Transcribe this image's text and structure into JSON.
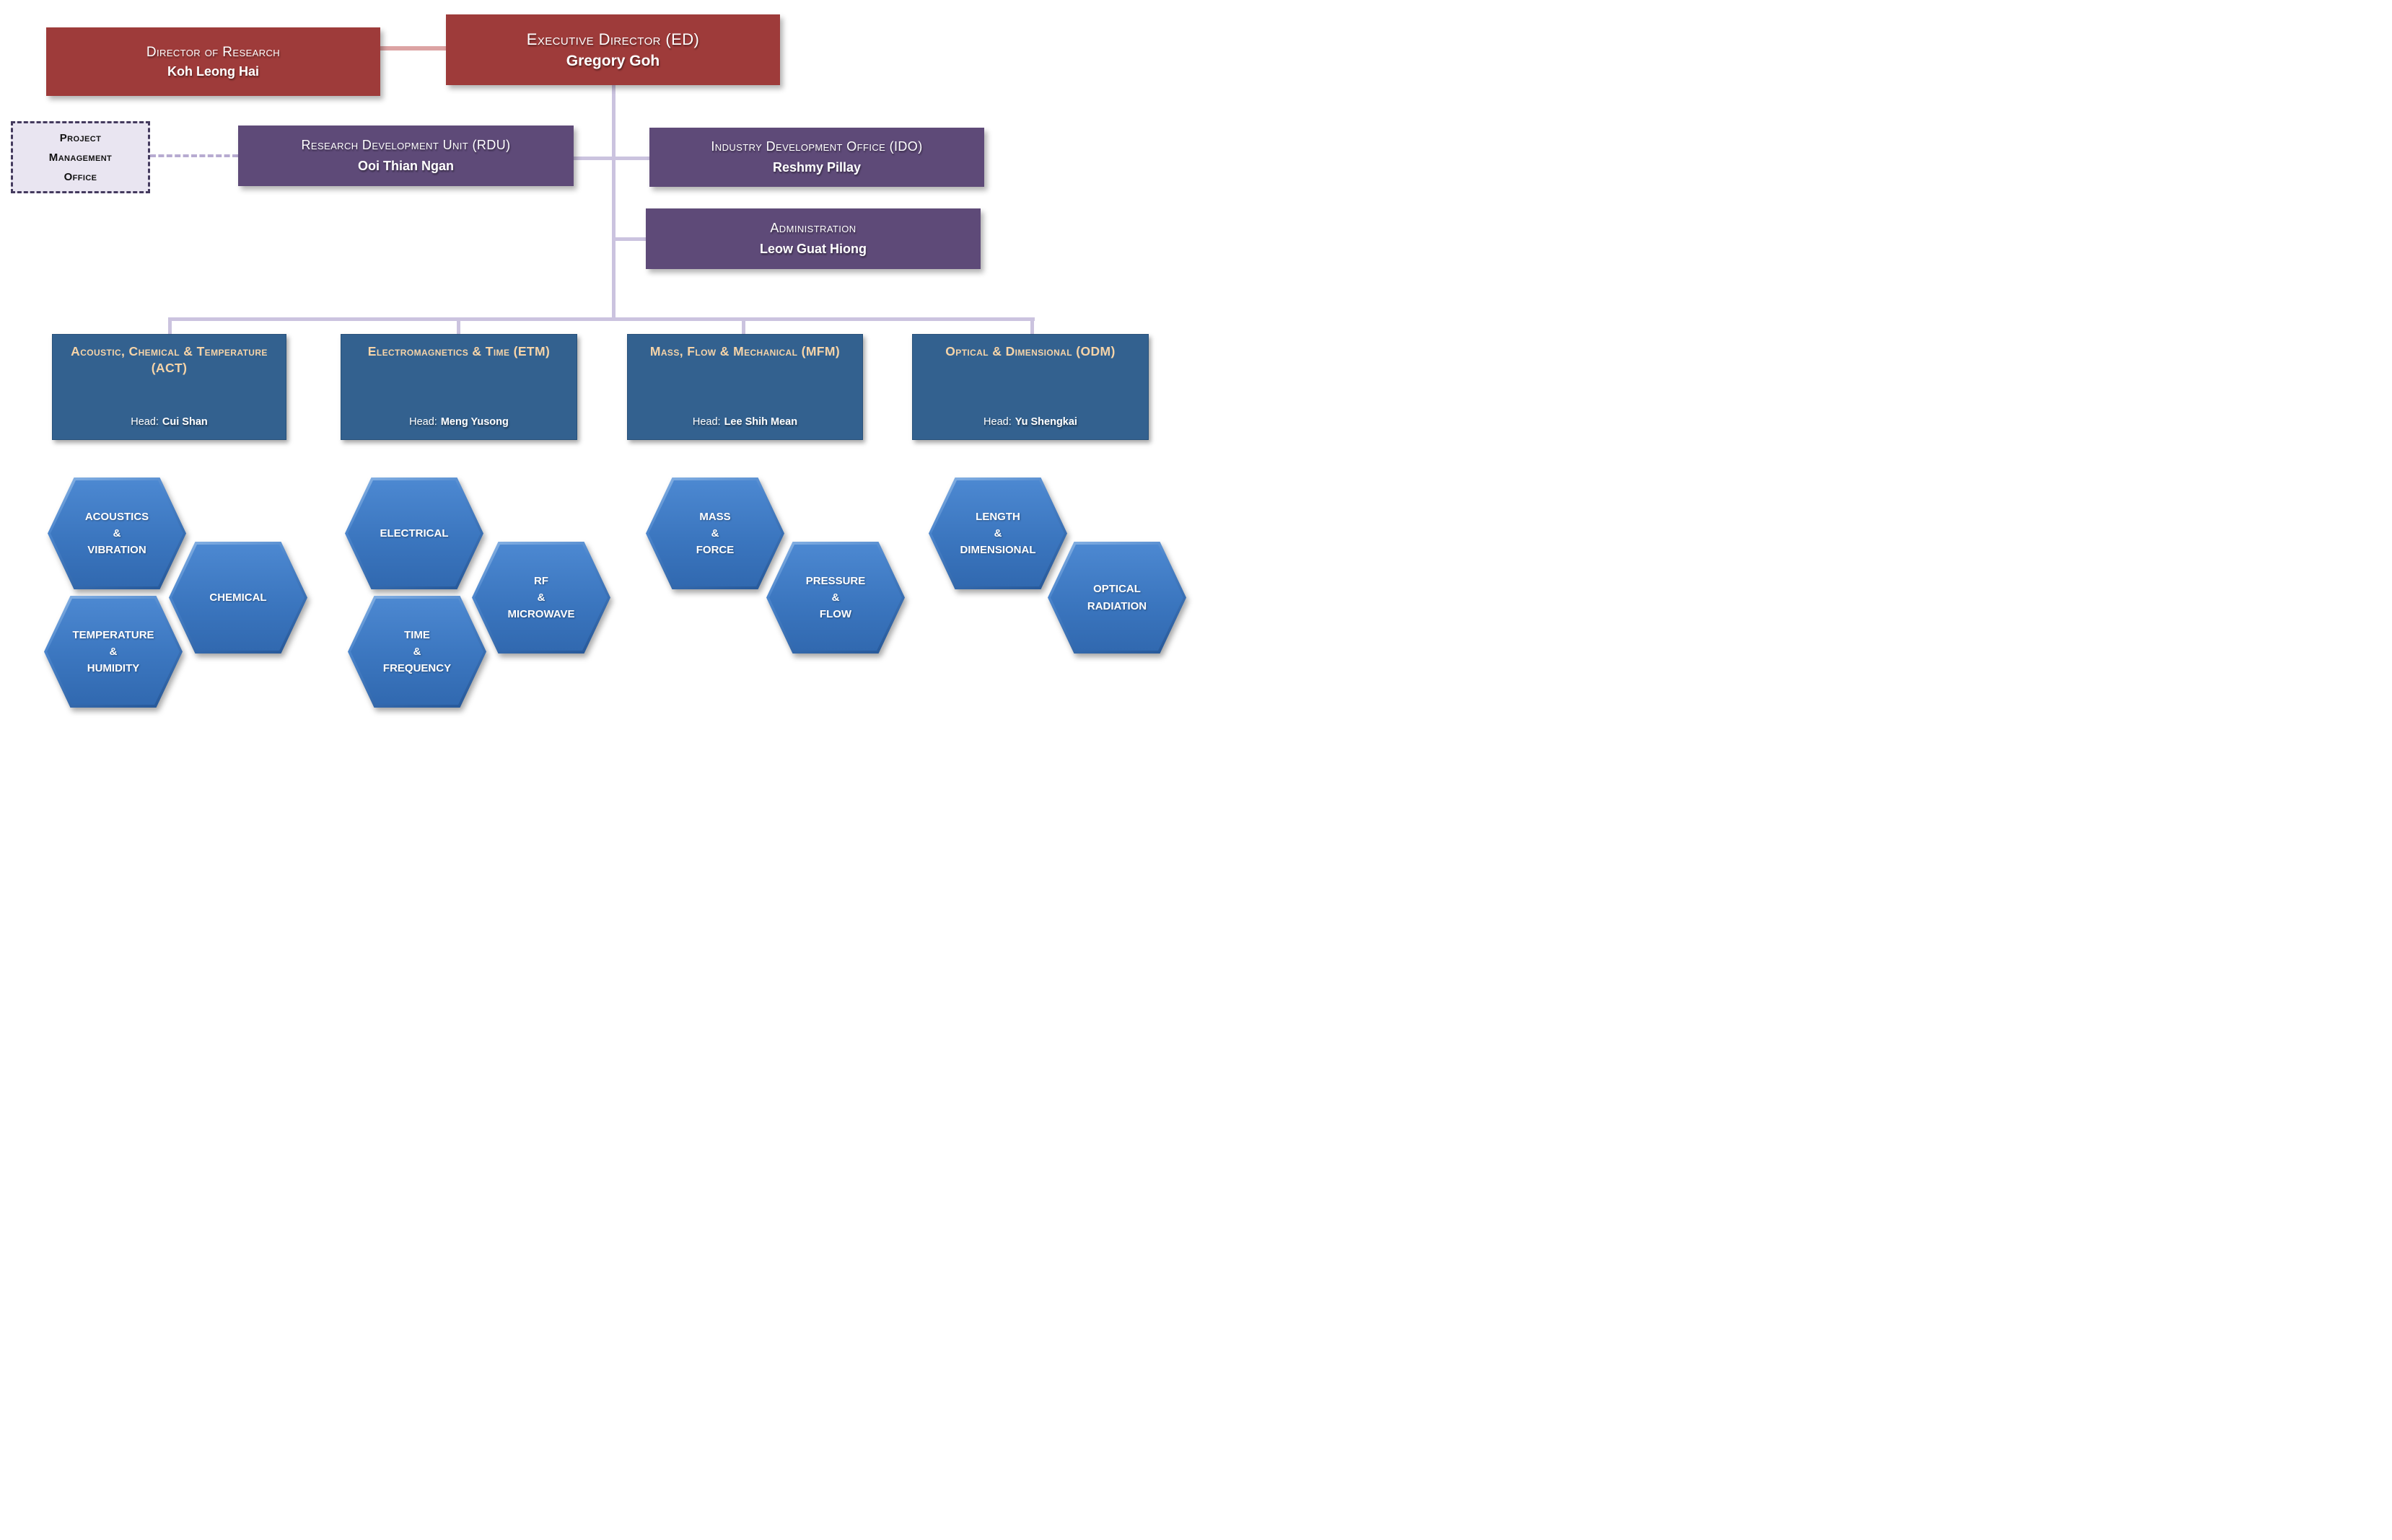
{
  "org": {
    "director_of_research": {
      "title": "Director of Research",
      "name": "Koh Leong Hai"
    },
    "executive_director": {
      "title": "Executive Director (ED)",
      "name": "Gregory Goh"
    },
    "project_management_office": {
      "title": "Project\nManagement\nOffice"
    },
    "rdu": {
      "title": "Research Development Unit (RDU)",
      "name": "Ooi Thian Ngan"
    },
    "ido": {
      "title": "Industry Development Office (IDO)",
      "name": "Reshmy Pillay"
    },
    "administration": {
      "title": "Administration",
      "name": "Leow Guat Hiong"
    },
    "departments": [
      {
        "code": "ACT",
        "title": "Acoustic, Chemical & Temperature (ACT)",
        "head_label": "Head:",
        "head_name": "Cui Shan",
        "labs": [
          {
            "label": "ACOUSTICS\n&\nVIBRATION"
          },
          {
            "label": "CHEMICAL"
          },
          {
            "label": "TEMPERATURE\n&\nHUMIDITY"
          }
        ]
      },
      {
        "code": "ETM",
        "title": "Electromagnetics & Time (ETM)",
        "head_label": "Head:",
        "head_name": "Meng Yusong",
        "labs": [
          {
            "label": "ELECTRICAL"
          },
          {
            "label": "RF\n&\nMICROWAVE"
          },
          {
            "label": "TIME\n&\nFREQUENCY"
          }
        ]
      },
      {
        "code": "MFM",
        "title": "Mass, Flow & Mechanical (MFM)",
        "head_label": "Head:",
        "head_name": "Lee Shih Mean",
        "labs": [
          {
            "label": "MASS\n&\nFORCE"
          },
          {
            "label": "PRESSURE\n&\nFLOW"
          }
        ]
      },
      {
        "code": "ODM",
        "title": "Optical & Dimensional (ODM)",
        "head_label": "Head:",
        "head_name": "Yu Shengkai",
        "labs": [
          {
            "label": "LENGTH\n&\nDIMENSIONAL"
          },
          {
            "label": "OPTICAL\nRADIATION"
          }
        ]
      }
    ]
  },
  "colors": {
    "executive_red": "#9E3B3A",
    "office_purple": "#5E4A78",
    "department_blue": "#33618F",
    "hexagon_blue": "#3B76BF",
    "department_title_peach": "#F6D4A8",
    "connector_lavender": "#CBC3DF",
    "connector_pink": "#DCA3A3",
    "pmo_fill": "#E9E5F1",
    "pmo_border": "#443A5E"
  }
}
